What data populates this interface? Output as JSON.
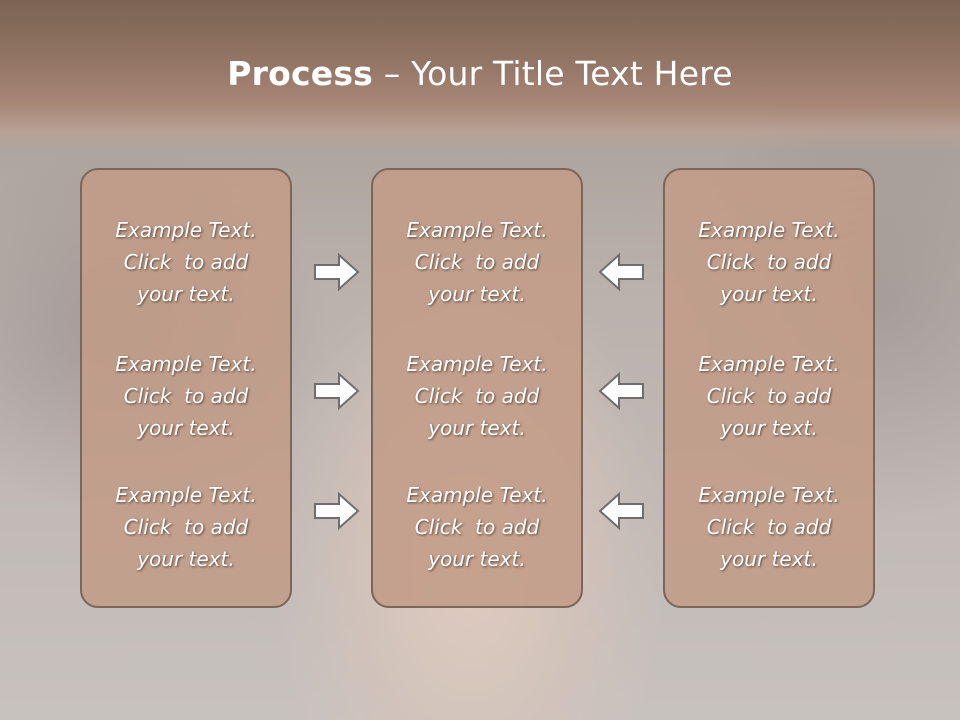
{
  "slide": {
    "title_bold": "Process",
    "title_rest": " – Your Title Text Here"
  },
  "columns": [
    {
      "items": [
        [
          "Example Text.",
          "Click  to add",
          "your text."
        ],
        [
          "Example Text.",
          "Click  to add",
          "your text."
        ],
        [
          "Example Text.",
          "Click  to add",
          "your text."
        ]
      ]
    },
    {
      "items": [
        [
          "Example Text.",
          "Click  to add",
          "your text."
        ],
        [
          "Example Text.",
          "Click  to add",
          "your text."
        ],
        [
          "Example Text.",
          "Click  to add",
          "your text."
        ]
      ]
    },
    {
      "items": [
        [
          "Example Text.",
          "Click  to add",
          "your text."
        ],
        [
          "Example Text.",
          "Click  to add",
          "your text."
        ],
        [
          "Example Text.",
          "Click  to add",
          "your text."
        ]
      ]
    }
  ],
  "arrows": {
    "left_group": "right-arrow-icon",
    "right_group": "left-arrow-icon"
  }
}
